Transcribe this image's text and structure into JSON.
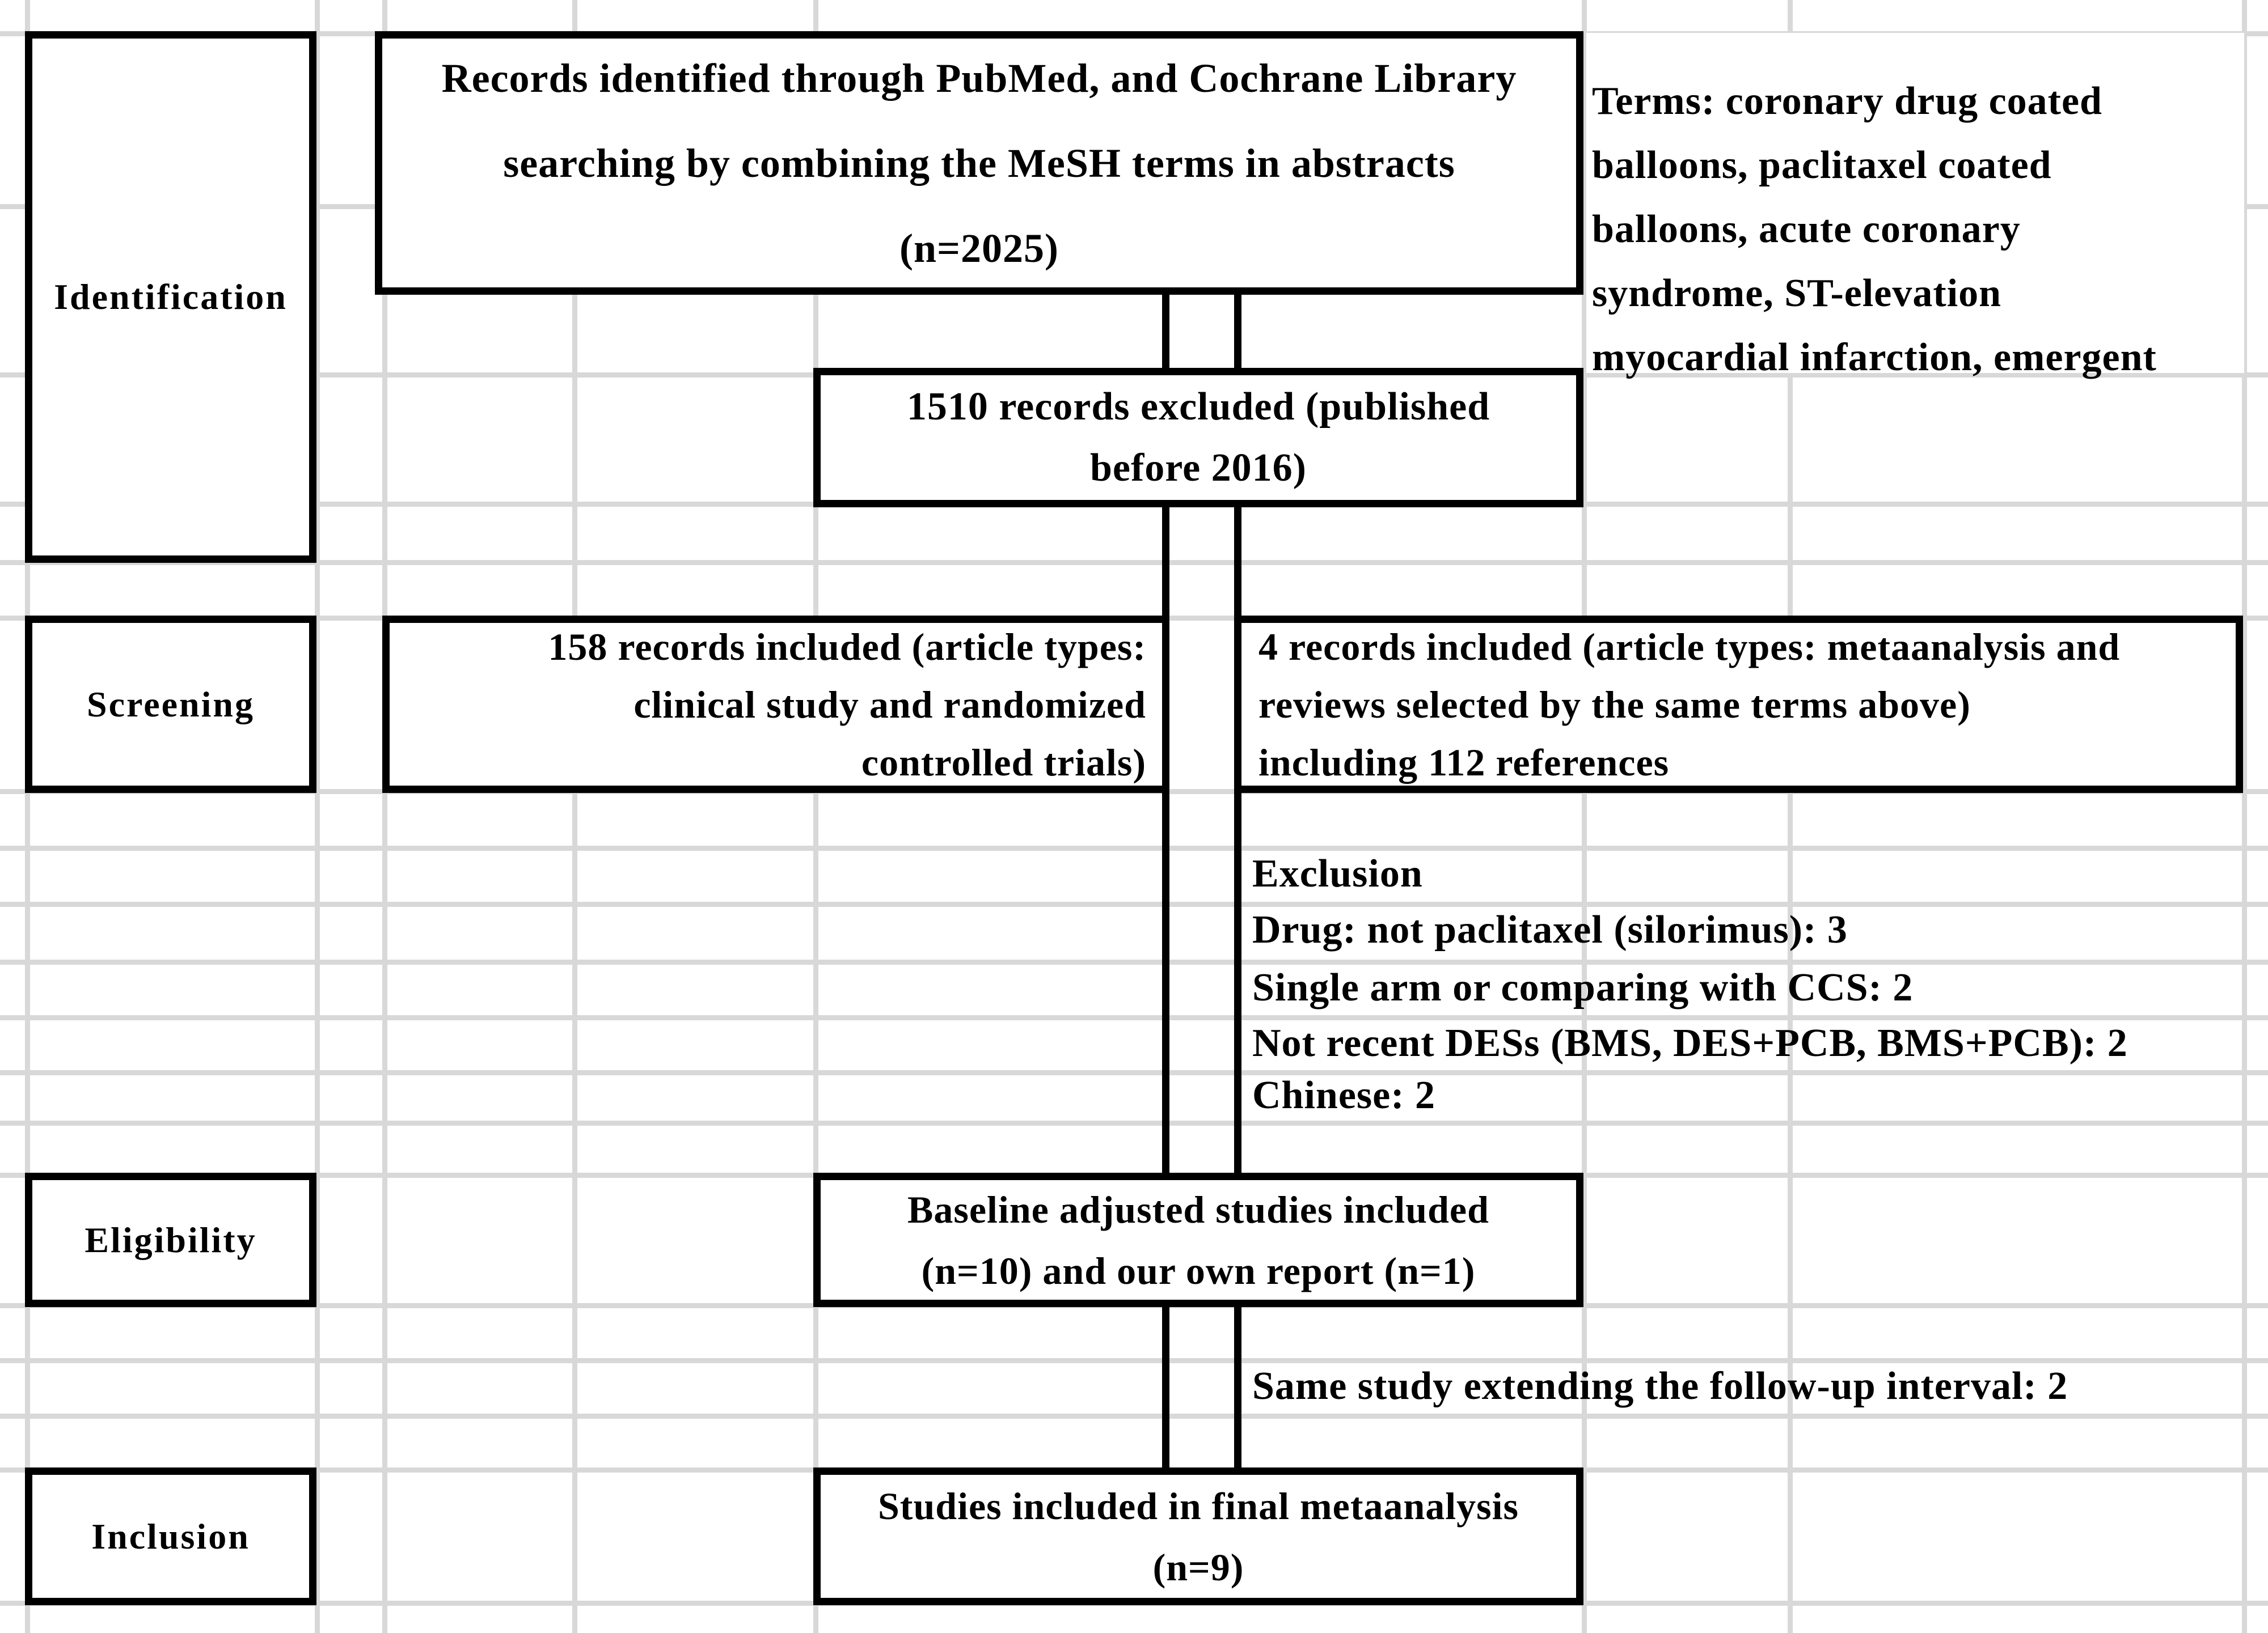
{
  "stages": {
    "identification": "Identification",
    "screening": "Screening",
    "eligibility": "Eligibility",
    "inclusion": "Inclusion"
  },
  "boxes": {
    "identified": {
      "line1": "Records identified through PubMed, and Cochrane Library",
      "line2": "searching by combining the MeSH terms in abstracts",
      "line3": "(n=2025)"
    },
    "excluded_1510": {
      "line1": "1510 records excluded (published",
      "line2": "before 2016)"
    },
    "included_158": {
      "line1": "158 records included (article types:",
      "line2": "clinical study and randomized",
      "line3": "controlled trials)"
    },
    "included_4": {
      "line1": "4 records included (article types: metaanalysis and",
      "line2": "reviews selected by the same terms above)",
      "line3": "including 112 references"
    },
    "baseline": {
      "line1": "Baseline adjusted studies included",
      "line2": "(n=10) and our own report (n=1)"
    },
    "final": {
      "line1": "Studies included in final metaanalysis",
      "line2": "(n=9)"
    }
  },
  "notes": {
    "terms": {
      "line1": "Terms: coronary drug coated",
      "line2": "balloons, paclitaxel coated",
      "line3": "balloons, acute coronary",
      "line4": "syndrome, ST-elevation",
      "line5": "myocardial infarction, emergent"
    },
    "exclusion": {
      "heading": "Exclusion",
      "item1": "Drug: not paclitaxel (silorimus): 3",
      "item2": "Single arm or comparing with CCS: 2",
      "item3": "Not recent DESs (BMS, DES+PCB, BMS+PCB): 2",
      "item4": "Chinese: 2"
    },
    "same_study": "Same study extending the follow-up interval: 2"
  },
  "colors": {
    "ink": "#000000",
    "grid_line": "#d8d8d8",
    "background": "#ffffff"
  }
}
